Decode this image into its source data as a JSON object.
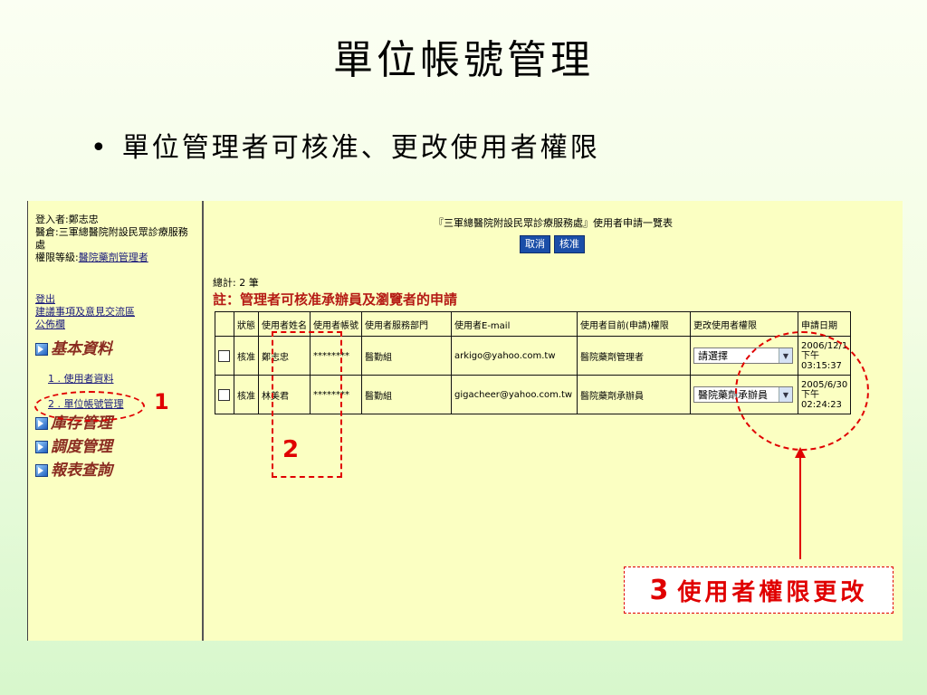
{
  "slide": {
    "title": "單位帳號管理",
    "bullet": "單位管理者可核准、更改使用者權限"
  },
  "sidebar": {
    "login_label": "登入者:鄭志忠",
    "unit_label": "醫倉:三軍總醫院附設民眾診療服務處",
    "role_prefix": "權限等級:",
    "role_link": "醫院藥劑管理者",
    "logout": "登出",
    "feedback": "建議事項及意見交流區",
    "board": "公佈欄",
    "menu": [
      {
        "label": "基本資料"
      },
      {
        "label": "庫存管理"
      },
      {
        "label": "調度管理"
      },
      {
        "label": "報表查詢"
      }
    ],
    "sub_items": [
      {
        "label": "1 . 使用者資料"
      },
      {
        "label": "2 . 單位帳號管理"
      }
    ]
  },
  "main": {
    "table_title": "『三軍總醫院附設民眾診療服務處』使用者申請一覽表",
    "cancel_button": "取消",
    "approve_button": "核准",
    "total": "總計: 2 筆",
    "note": "註：管理者可核准承辦員及瀏覽者的申請",
    "columns": [
      "狀態",
      "使用者姓名",
      "使用者帳號",
      "使用者服務部門",
      "使用者E-mail",
      "使用者目前(申請)權限",
      "更改使用者權限",
      "申請日期"
    ],
    "rows": [
      {
        "status": "核准",
        "name": "鄭志忠",
        "account": "********",
        "department": "醫勤組",
        "email": "arkigo@yahoo.com.tw",
        "current_role": "醫院藥劑管理者",
        "change_role": "請選擇",
        "date_1": "2006/12/1",
        "date_2": "下午",
        "date_3": "03:15:37"
      },
      {
        "status": "核准",
        "name": "林美君",
        "account": "********",
        "department": "醫勤組",
        "email": "gigacheer@yahoo.com.tw",
        "current_role": "醫院藥劑承辦員",
        "change_role": "醫院藥劑承辦員",
        "date_1": "2005/6/30",
        "date_2": "下午",
        "date_3": "02:24:23"
      }
    ]
  },
  "annotations": {
    "label_1": "1",
    "label_2": "2",
    "label_3_num": "3",
    "label_3_text": "使用者權限更改"
  },
  "colors": {
    "annotation": "#e00000",
    "screen_bg": "#fbffc2",
    "button": "#1a4ea8",
    "note_text": "#b51a14",
    "menu_text": "#8a2b20"
  }
}
